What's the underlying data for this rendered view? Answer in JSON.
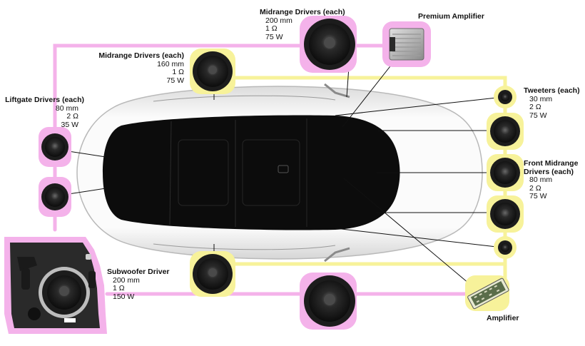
{
  "labels": {
    "midrange_top": {
      "title": "Midrange Drivers (each)",
      "size": "200 mm",
      "impedance": "1 Ω",
      "power": "75 W"
    },
    "midrange_mid": {
      "title": "Midrange Drivers (each)",
      "size": "160 mm",
      "impedance": "1 Ω",
      "power": "75 W"
    },
    "premium_amp": {
      "title": "Premium Amplifier"
    },
    "liftgate": {
      "title": "Liftgate Drivers (each)",
      "size": "80 mm",
      "impedance": "2 Ω",
      "power": "35 W"
    },
    "tweeters": {
      "title": "Tweeters (each)",
      "size": "30 mm",
      "impedance": "2 Ω",
      "power": "75 W"
    },
    "front_midrange": {
      "title_line1": "Front Midrange",
      "title_line2": "Drivers (each)",
      "size": "80 mm",
      "impedance": "2 Ω",
      "power": "75 W"
    },
    "subwoofer": {
      "title": "Subwoofer Driver",
      "size": "200 mm",
      "impedance": "1 Ω",
      "power": "150 W"
    },
    "amplifier": {
      "title": "Amplifier"
    }
  },
  "colors": {
    "pink_wire": "#f4b2ea",
    "yellow_wire": "#f7f29a",
    "speaker_dark": "#1c1c1c",
    "car_body": "#f2f2f2",
    "glass": "#0c0c0c"
  }
}
